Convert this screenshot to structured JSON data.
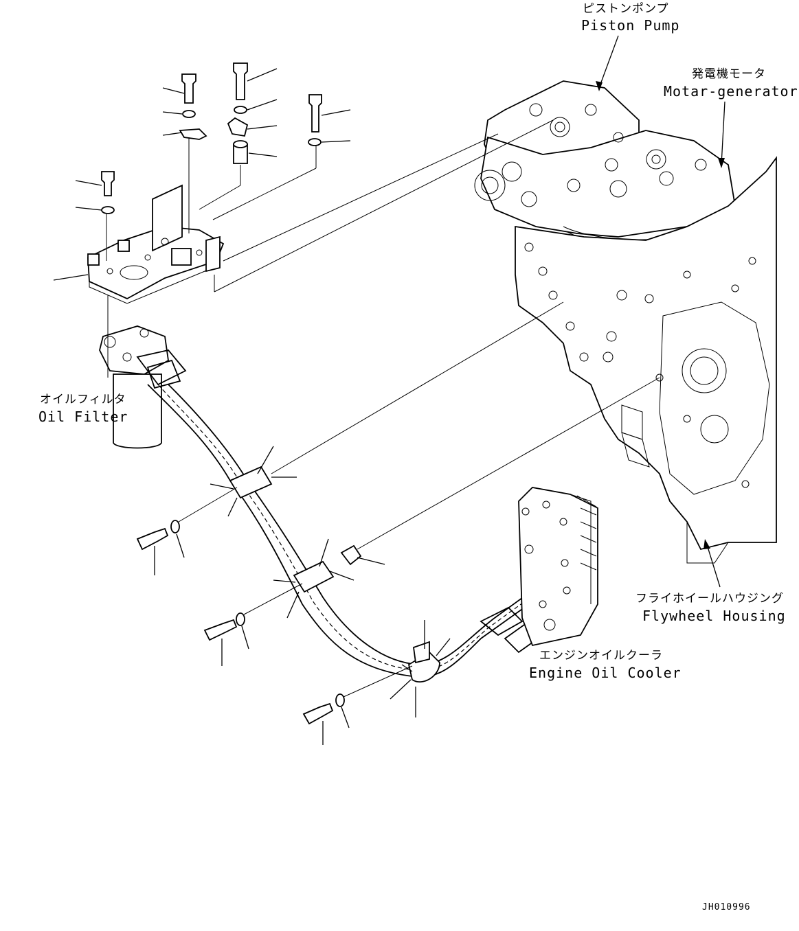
{
  "labels": {
    "piston_pump_jp": "ピストンポンプ",
    "piston_pump_en": "Piston Pump",
    "motor_generator_jp": "発電機モータ",
    "motor_generator_en": "Motar-generator",
    "oil_filter_jp": "オイルフィルタ",
    "oil_filter_en": "Oil Filter",
    "flywheel_housing_jp": "フライホイールハウジング",
    "flywheel_housing_en": "Flywheel Housing",
    "engine_oil_cooler_jp": "エンジンオイルクーラ",
    "engine_oil_cooler_en": "Engine Oil Cooler"
  },
  "document_id": "JH010996",
  "colors": {
    "ink": "#000000",
    "paper": "#ffffff"
  }
}
